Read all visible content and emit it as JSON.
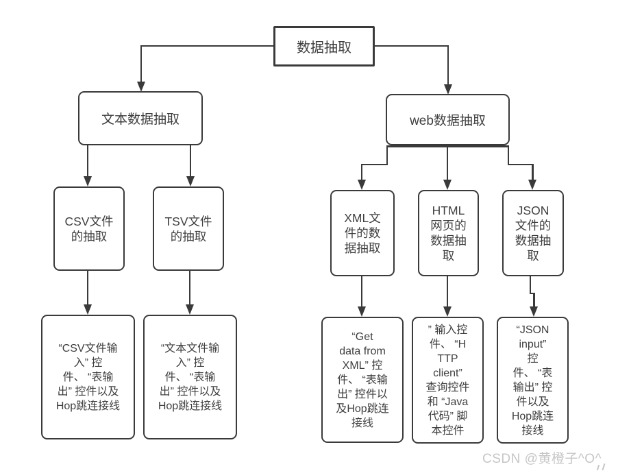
{
  "page": {
    "background": "#ffffff"
  },
  "colors": {
    "line": "#3a3a3a",
    "text": "#3e3e3e",
    "node_background": "#ffffff",
    "watermark": "#c6c6c6"
  },
  "nodes": {
    "root": {
      "label": "数据抽取"
    },
    "text_branch": {
      "label": "文本数据抽取"
    },
    "web_branch": {
      "label": "web数据抽取"
    },
    "csv": {
      "label": "CSV文件\n的抽取"
    },
    "tsv": {
      "label": "TSV文件\n的抽取"
    },
    "xml": {
      "label": "XML文\n件的数\n据抽取"
    },
    "html": {
      "label": "HTML\n网页的\n数据抽\n取"
    },
    "json": {
      "label": "JSON\n文件的\n数据抽\n取"
    },
    "csv_detail": {
      "label": "“CSV文件输\n入” 控\n件、 “表输\n出” 控件以及\nHop跳连接线"
    },
    "text_detail": {
      "label": "“文本文件输\n入” 控\n件、 “表输\n出” 控件以及\nHop跳连接线"
    },
    "xml_detail": {
      "label": "“Get\ndata from\nXML” 控\n件、 “表输\n出” 控件以\n及Hop跳连\n接线"
    },
    "html_detail": {
      "label": "” 输入控\n件、 “H\nTTP\nclient”\n查询控件\n和 “Java\n代码” 脚\n本控件"
    },
    "json_detail": {
      "label": "“JSON\ninput”\n控\n件、 “表\n输出” 控\n件以及\nHop跳连\n接线"
    }
  },
  "watermark": {
    "text": "CSDN @黄橙子^O^"
  }
}
